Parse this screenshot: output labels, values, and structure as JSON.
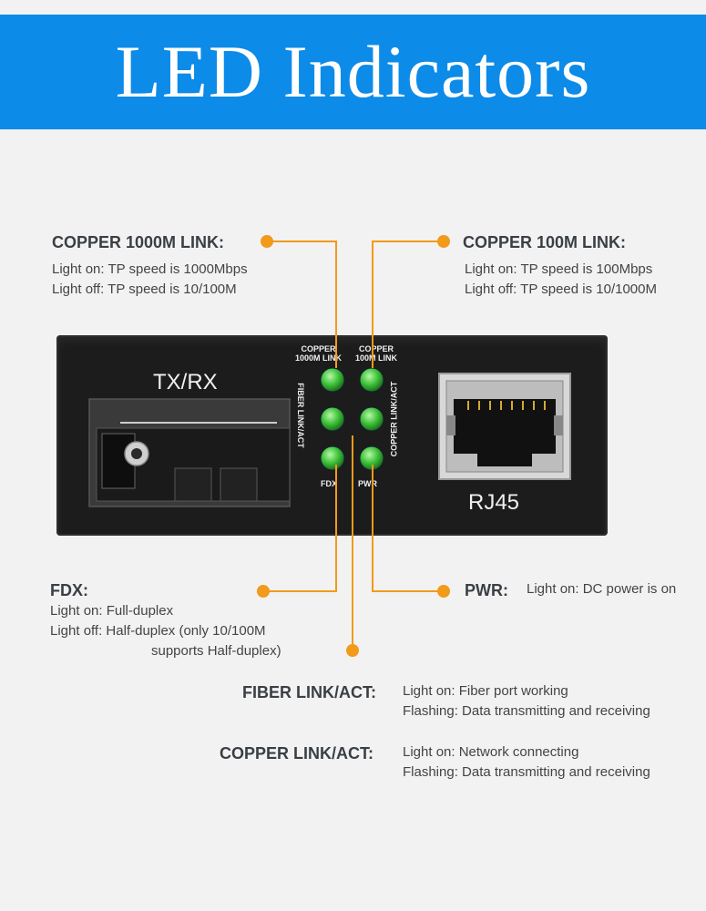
{
  "banner": {
    "title": "LED Indicators"
  },
  "colors": {
    "banner": "#0d8be8",
    "callout": "#f29a1a",
    "led": "#3ec23a",
    "device": "#1c1c1c"
  },
  "callouts": {
    "copper_1000m": {
      "heading": "COPPER 1000M LINK:",
      "lines": [
        "Light on: TP speed is 1000Mbps",
        "Light off: TP speed is 10/100M"
      ]
    },
    "copper_100m": {
      "heading": "COPPER 100M LINK:",
      "lines": [
        "Light on: TP speed is 100Mbps",
        "Light off: TP speed is 10/1000M"
      ]
    },
    "fdx": {
      "heading": "FDX:",
      "lines": [
        "Light on: Full-duplex",
        "Light off: Half-duplex (only 10/100M",
        "supports Half-duplex)"
      ]
    },
    "pwr": {
      "heading": "PWR:",
      "lines": [
        "Light on: DC power is on"
      ]
    },
    "fiber_link": {
      "heading": "FIBER LINK/ACT:",
      "lines": [
        "Light on: Fiber port working",
        "Flashing: Data transmitting and receiving"
      ]
    },
    "copper_link": {
      "heading": "COPPER LINK/ACT:",
      "lines": [
        "Light on: Network connecting",
        "Flashing: Data transmitting and receiving"
      ]
    }
  },
  "device": {
    "txrx_label": "TX/RX",
    "rj45_label": "RJ45",
    "led_labels": {
      "copper_1000m": [
        "COPPER",
        "1000M LINK"
      ],
      "copper_100m": [
        "COPPER",
        "100M LINK"
      ],
      "fiber_link": "FIBER LINK/ACT",
      "copper_link": "COPPER LINK/ACT",
      "fdx": "FDX",
      "pwr": "PWR"
    }
  }
}
